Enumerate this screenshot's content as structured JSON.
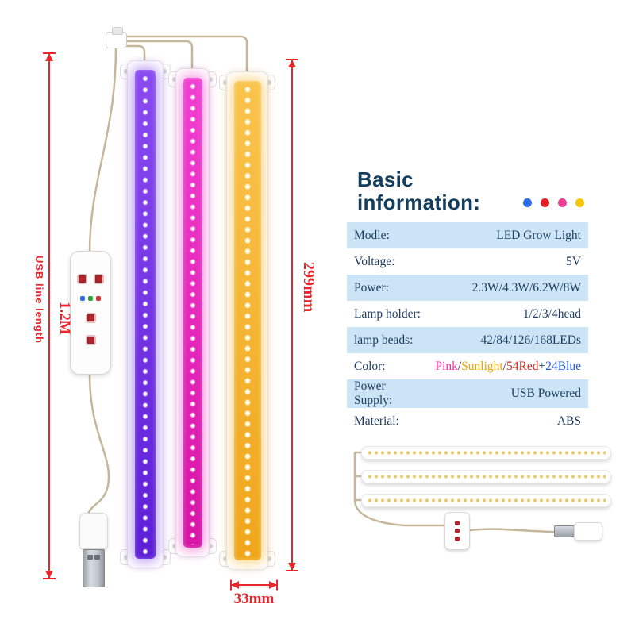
{
  "dimensions": {
    "usb_line_label": "USB line length",
    "usb_line_value": "1.2M",
    "strip_length": "299mm",
    "strip_width": "33mm"
  },
  "info": {
    "title_line1": "Basic",
    "title_line2": "information:",
    "dot_colors": [
      "#2e6be6",
      "#e31e24",
      "#ed3f9a",
      "#f7c600"
    ],
    "table": {
      "rows": [
        {
          "label": "Modle:",
          "value": "LED Grow Light"
        },
        {
          "label": "Voltage:",
          "value": "5V"
        },
        {
          "label": "Power:",
          "value": "2.3W/4.3W/6.2W/8W"
        },
        {
          "label": "Lamp holder:",
          "value": "1/2/3/4head"
        },
        {
          "label": "lamp beads:",
          "value": "42/84/126/168LEDs"
        },
        {
          "label": "Color:",
          "value_segments": [
            {
              "text": "Pink",
              "color": "#f72ba7"
            },
            {
              "text": "/",
              "color": "#1d3b5f"
            },
            {
              "text": "Sunlight",
              "color": "#f0a500"
            },
            {
              "text": "/",
              "color": "#1d3b5f"
            },
            {
              "text": "54Red",
              "color": "#d22525"
            },
            {
              "text": "+",
              "color": "#1d3b5f"
            },
            {
              "text": "24Blue",
              "color": "#2458d2"
            }
          ]
        },
        {
          "label": "Power Supply:",
          "value": "USB Powered"
        },
        {
          "label": "Material:",
          "value": "ABS"
        }
      ]
    }
  },
  "colors": {
    "dimension_red": "#e8262b",
    "heading": "#143d5c",
    "table_text": "#1d3b5f",
    "table_row_blue": "#cbe5f6",
    "strip_purple": "#6d2bd9",
    "strip_pink": "#e81bbd",
    "strip_yellow": "#f6b021"
  }
}
